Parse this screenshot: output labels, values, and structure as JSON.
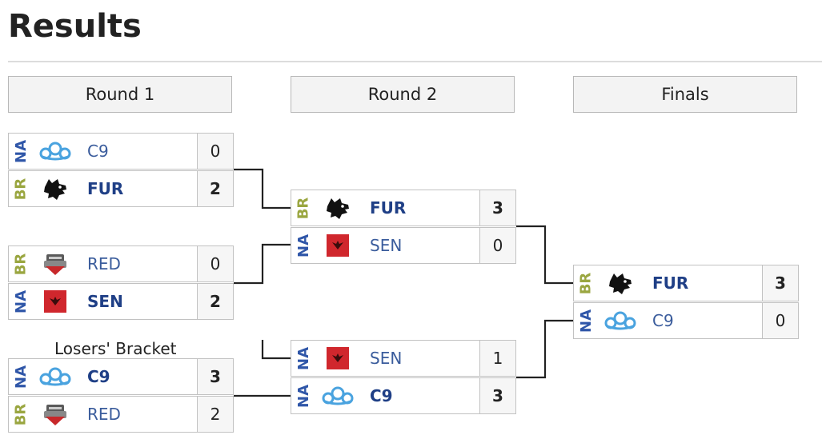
{
  "page": {
    "title": "Results"
  },
  "rounds": [
    "Round 1",
    "Round 2",
    "Finals"
  ],
  "losers_bracket_label": "Losers' Bracket",
  "teams": {
    "C9": {
      "name": "C9",
      "region": "NA",
      "icon": "cloud9-logo-icon"
    },
    "FUR": {
      "name": "FUR",
      "region": "BR",
      "icon": "furia-panther-logo-icon"
    },
    "RED": {
      "name": "RED",
      "region": "BR",
      "icon": "red-canids-logo-icon"
    },
    "SEN": {
      "name": "SEN",
      "region": "NA",
      "icon": "sentinels-logo-icon"
    }
  },
  "matches": [
    {
      "round": "Round 1",
      "rows": [
        {
          "team": "C9",
          "region": "NA",
          "score": "0",
          "winner": false
        },
        {
          "team": "FUR",
          "region": "BR",
          "score": "2",
          "winner": true
        }
      ]
    },
    {
      "round": "Round 1",
      "rows": [
        {
          "team": "RED",
          "region": "BR",
          "score": "0",
          "winner": false
        },
        {
          "team": "SEN",
          "region": "NA",
          "score": "2",
          "winner": true
        }
      ]
    },
    {
      "round": "Round 1",
      "bracket": "Losers' Bracket",
      "rows": [
        {
          "team": "C9",
          "region": "NA",
          "score": "3",
          "winner": true
        },
        {
          "team": "RED",
          "region": "BR",
          "score": "2",
          "winner": false
        }
      ]
    },
    {
      "round": "Round 2",
      "rows": [
        {
          "team": "FUR",
          "region": "BR",
          "score": "3",
          "winner": true
        },
        {
          "team": "SEN",
          "region": "NA",
          "score": "0",
          "winner": false
        }
      ]
    },
    {
      "round": "Round 2",
      "rows": [
        {
          "team": "SEN",
          "region": "NA",
          "score": "1",
          "winner": false
        },
        {
          "team": "C9",
          "region": "NA",
          "score": "3",
          "winner": true
        }
      ]
    },
    {
      "round": "Finals",
      "rows": [
        {
          "team": "FUR",
          "region": "BR",
          "score": "3",
          "winner": true
        },
        {
          "team": "C9",
          "region": "NA",
          "score": "0",
          "winner": false
        }
      ]
    }
  ],
  "colors": {
    "region_na": "#2f56a8",
    "region_br": "#9aa640",
    "team_text": "#3a5c9c",
    "team_winner_text": "#1f3f86",
    "cloud9_blue": "#4aa3df",
    "sentinels_red": "#d0272d"
  }
}
